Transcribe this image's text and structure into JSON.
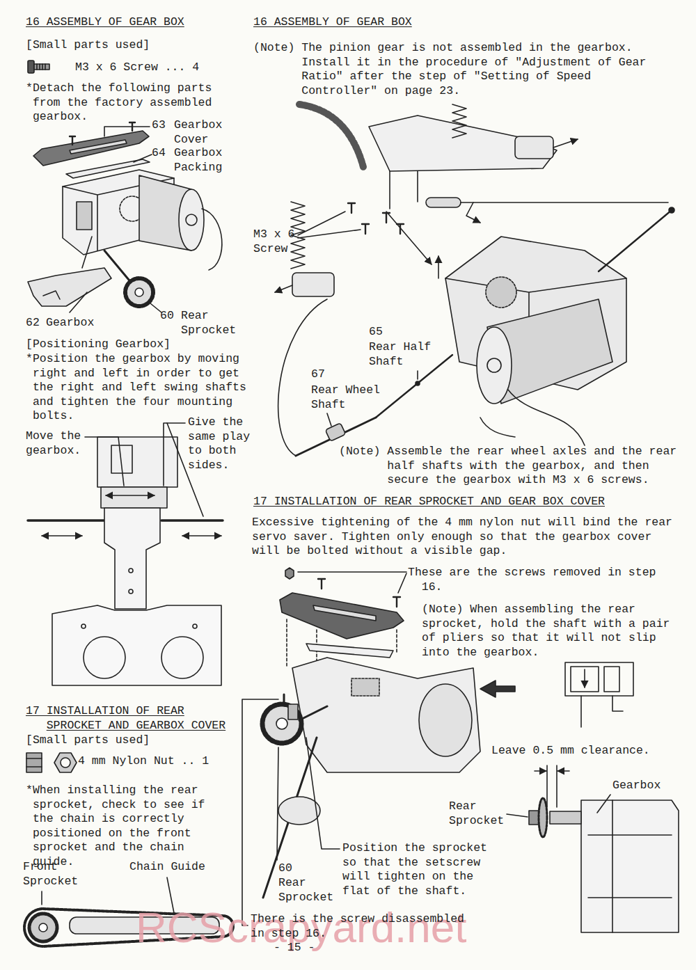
{
  "diagram": {
    "labels": [
      "16 ASSEMBLY OF GEAR BOX",
      "[Small parts used]",
      "M3 x 6 Screw ... 4",
      "*Detach the following parts from the factory assembled gearbox.",
      "63",
      "Gearbox Cover",
      "64",
      "Gearbox Packing",
      "62",
      "Gearbox",
      "60",
      "Rear Sprocket",
      "[Positioning Gearbox]",
      "*Position the gearbox by moving right and left in order to get the right and left swing shafts and tighten the four mounting bolts.",
      "Move the gearbox.",
      "Give the same play to both sides.",
      "16 ASSEMBLY OF GEAR BOX",
      "(Note) The pinion gear is not assembled in the gearbox. Install it in the procedure of \"Adjustment of Gear Ratio\" after the step of \"Setting of Speed Controller\" on page 23.",
      "M3 x 6 Screw",
      "65",
      "Rear Half Shaft",
      "67",
      "Rear Wheel Shaft",
      "(Note) Assemble the rear wheel axles and the rear half shafts with the gearbox, and then secure the gearbox with M3 x 6 screws.",
      "17 INSTALLATION OF REAR SPROCKET AND GEAR BOX COVER",
      "Excessive tightening of the 4 mm nylon nut will bind the rear servo saver. Tighten only enough so that the gearbox cover will be bolted without a visible gap.",
      "These are the screws removed in step 16.",
      "(Note) When assembling the rear sprocket, hold the shaft with a pair of pliers so that it will not slip into the gearbox.",
      "Leave 0.5 mm clearance.",
      "Gearbox",
      "Rear Sprocket",
      "Position the sprocket so that the setscrew will tighten on the flat of the shaft.",
      "60",
      "Rear Sprocket",
      "There is the screw disassembled in step 16.",
      "17 INSTALLATION OF REAR SPROCKET AND GEARBOX COVER",
      "[Small parts used]",
      "4 mm Nylon Nut .. 1",
      "*When installing the rear sprocket, check to see if the chain is correctly positioned on the front sprocket and the chain guide.",
      "Front Sprocket",
      "Chain Guide",
      "- 15 -",
      "RCScrapyard.net"
    ]
  }
}
